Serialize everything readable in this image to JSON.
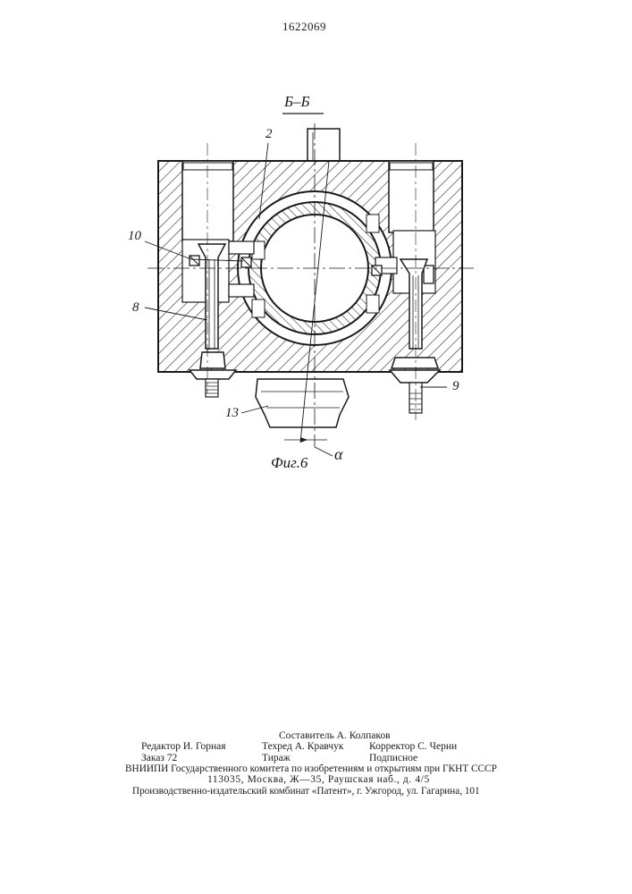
{
  "header": {
    "patent_number": "1622069"
  },
  "figure": {
    "section_label": "Б–Б",
    "caption": "Фиг.6",
    "angle_symbol": "α",
    "callouts": {
      "c2": "2",
      "c10": "10",
      "c8": "8",
      "c9": "9",
      "c13": "13"
    }
  },
  "imprint": {
    "compiler": "Составитель А. Колпаков",
    "editor": "Редактор И. Горная",
    "techred": "Техред А. Кравчук",
    "corrector": "Корректор С. Черни",
    "order": "Заказ 72",
    "circulation": "Тираж",
    "subscription": "Подписное",
    "org_line": "ВНИИПИ Государственного комитета по изобретениям и открытиям при ГКНТ СССР",
    "address_line": "113035, Москва, Ж—35, Раушская наб., д. 4/5",
    "publisher_line": "Производственно-издательский комбинат «Патент», г. Ужгород, ул. Гагарина, 101"
  }
}
